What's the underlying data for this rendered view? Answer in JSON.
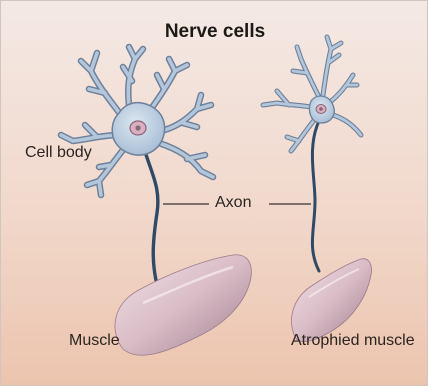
{
  "figure": {
    "title": "Nerve cells",
    "labels": {
      "cell_body": "Cell body",
      "axon": "Axon",
      "muscle": "Muscle",
      "atrophied_muscle": "Atrophied muscle"
    }
  },
  "colors": {
    "background_top": "#f4e9e4",
    "background_bottom": "#ecc4ad",
    "neuron_fill": "#b4c6da",
    "neuron_stroke": "#6b809a",
    "axon_dark": "#2f4a66",
    "nucleus": "#d8b0be",
    "muscle_light": "#ead9de",
    "muscle_dark": "#a07d8e",
    "text": "#2a2421"
  }
}
